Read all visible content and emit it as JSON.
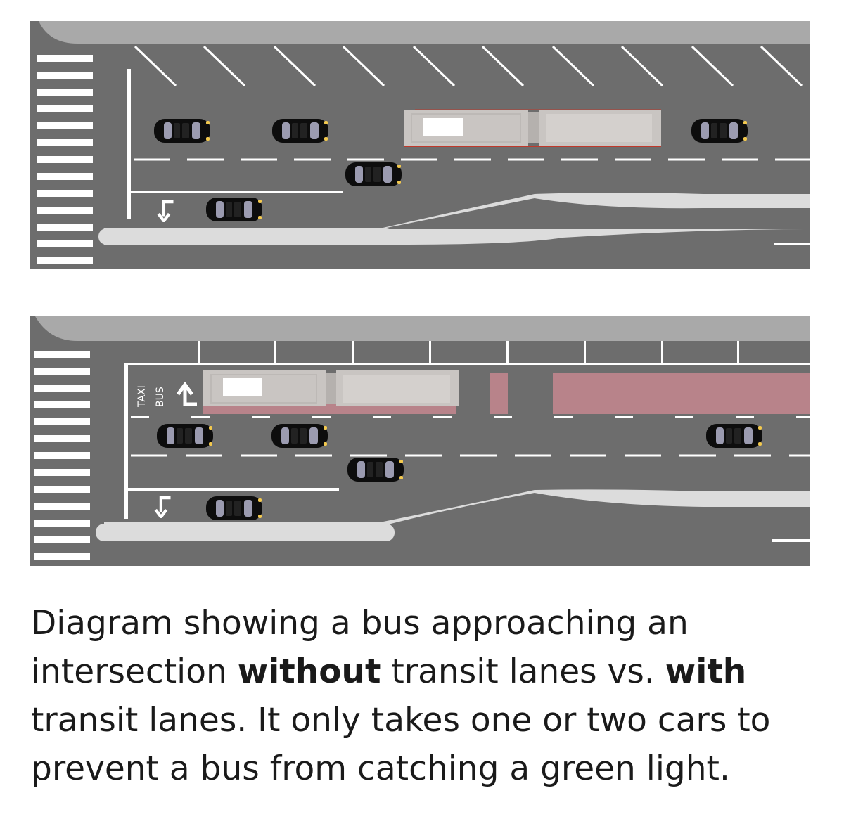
{
  "top_panel": {
    "lane_marking_text": []
  },
  "bottom_panel": {
    "lane_marking_text": [
      "TAXI",
      "BUS"
    ]
  },
  "colors": {
    "road": "#6d6d6d",
    "curb": "#a9a9a9",
    "median": "#dcdcdc",
    "bus_body": "#c9c5c2",
    "bus_lane": "#b8838a",
    "car": "#0d0d0d"
  },
  "caption": {
    "part1": "Diagram showing a bus approaching an intersection ",
    "bold1": "without",
    "part2": " transit lanes vs. ",
    "bold2": "with",
    "part3": " transit lanes. It only takes one or two cars to prevent a bus from catching a green light."
  }
}
